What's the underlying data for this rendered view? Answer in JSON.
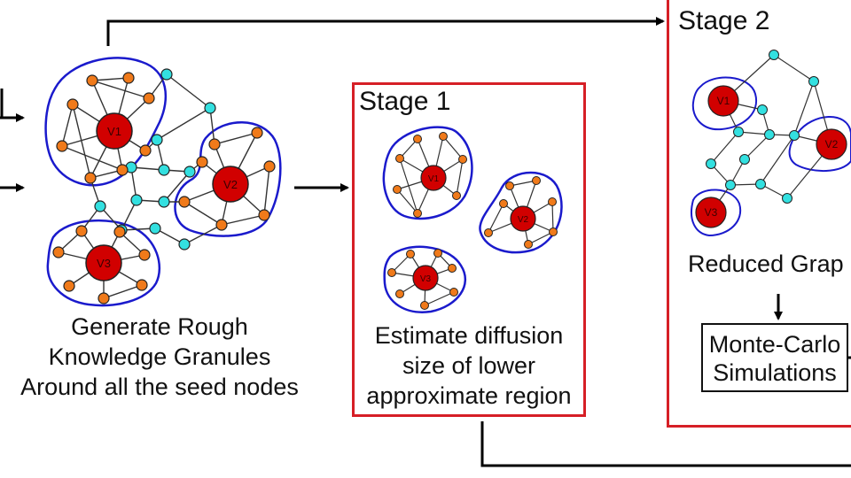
{
  "stages": {
    "stage1_title": "Stage 1",
    "stage2_title": "Stage 2"
  },
  "captions": {
    "generate": [
      "Generate Rough",
      "Knowledge Granules",
      "Around all the seed nodes"
    ],
    "estimate": [
      "Estimate diffusion",
      "size of lower",
      "approximate region"
    ],
    "reduced": "Reduced Grap",
    "simulation": [
      "Monte-Carlo",
      "Simulations"
    ]
  },
  "nodes": {
    "seed_labels": [
      "V1",
      "V2",
      "V3"
    ]
  },
  "colors": {
    "seed": "#d10000",
    "neighbor": "#f07a1a",
    "bridge": "#33e0e0",
    "granule": "#1a1acc",
    "stage_border": "#d61f26",
    "arrow": "#000000"
  }
}
